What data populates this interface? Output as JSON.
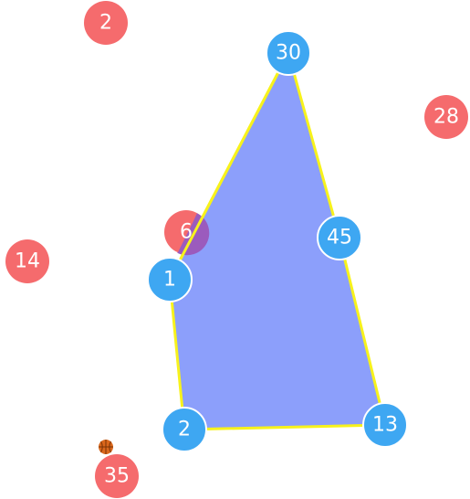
{
  "colors": {
    "background": "#ffffff",
    "polygon_fill": "#8c9ffb",
    "polygon_stroke": "#f7f21c",
    "blue_node": "#3ea7f2",
    "red_node": "#f56b6d",
    "purple_overlap": "#9b5bbd",
    "ball": "#d9671c"
  },
  "polygon_nodes": [
    {
      "label": "30"
    },
    {
      "label": "45"
    },
    {
      "label": "13"
    },
    {
      "label": "2"
    },
    {
      "label": "1"
    }
  ],
  "red_nodes": [
    {
      "label": "2"
    },
    {
      "label": "28"
    },
    {
      "label": "6"
    },
    {
      "label": "14"
    },
    {
      "label": "35"
    }
  ],
  "ball": {
    "icon": "basketball-icon"
  }
}
